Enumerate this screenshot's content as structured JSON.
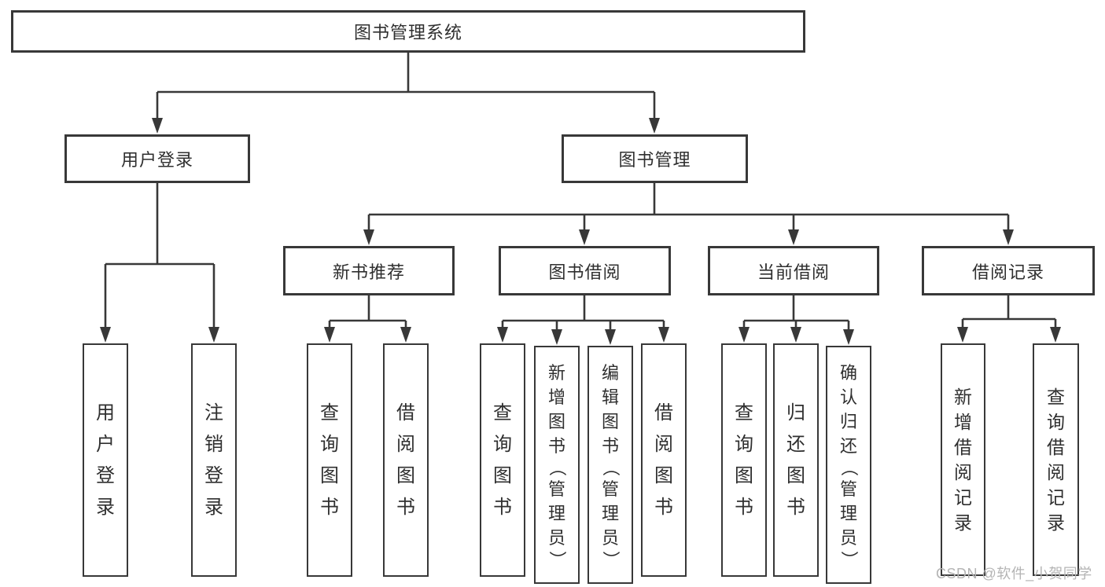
{
  "diagram_title": "图书管理系统",
  "colors": {
    "line": "#383838",
    "box_border": "#383838",
    "text": "#2f2f2f",
    "watermark": "#b4b4b4",
    "background": "#ffffff"
  },
  "watermark": {
    "text": "CSDN @软件_小贺同学"
  },
  "nodes": {
    "root": {
      "label": "图书管理系统"
    },
    "login": {
      "label": "用户登录"
    },
    "mgmt": {
      "label": "图书管理"
    },
    "user-login": {
      "label": "用户登录"
    },
    "logout": {
      "label": "注销登录"
    },
    "new-rec": {
      "label": "新书推荐"
    },
    "book-borrow": {
      "label": "图书借阅"
    },
    "current-borrow": {
      "label": "当前借阅"
    },
    "borrow-records": {
      "label": "借阅记录"
    },
    "nr-query-book": {
      "label": "查询图书"
    },
    "nr-borrow-book": {
      "label": "借阅图书"
    },
    "bb-query-book": {
      "label": "查询图书"
    },
    "bb-add-book": {
      "label": "新增图书（管理员）"
    },
    "bb-edit-book": {
      "label": "编辑图书（管理员）"
    },
    "bb-borrow-book": {
      "label": "借阅图书"
    },
    "cb-query-book": {
      "label": "查询图书"
    },
    "cb-return-book": {
      "label": "归还图书"
    },
    "cb-confirm-return": {
      "label": "确认归还（管理员）"
    },
    "rec-add": {
      "label": "新增借阅记录"
    },
    "rec-query": {
      "label": "查询借阅记录"
    }
  },
  "edges": [
    [
      "root",
      "login"
    ],
    [
      "root",
      "mgmt"
    ],
    [
      "login",
      "user-login"
    ],
    [
      "login",
      "logout"
    ],
    [
      "mgmt",
      "new-rec"
    ],
    [
      "mgmt",
      "book-borrow"
    ],
    [
      "mgmt",
      "current-borrow"
    ],
    [
      "mgmt",
      "borrow-records"
    ],
    [
      "new-rec",
      "nr-query-book"
    ],
    [
      "new-rec",
      "nr-borrow-book"
    ],
    [
      "book-borrow",
      "bb-query-book"
    ],
    [
      "book-borrow",
      "bb-add-book"
    ],
    [
      "book-borrow",
      "bb-edit-book"
    ],
    [
      "book-borrow",
      "bb-borrow-book"
    ],
    [
      "current-borrow",
      "cb-query-book"
    ],
    [
      "current-borrow",
      "cb-return-book"
    ],
    [
      "current-borrow",
      "cb-confirm-return"
    ],
    [
      "borrow-records",
      "rec-add"
    ],
    [
      "borrow-records",
      "rec-query"
    ]
  ]
}
